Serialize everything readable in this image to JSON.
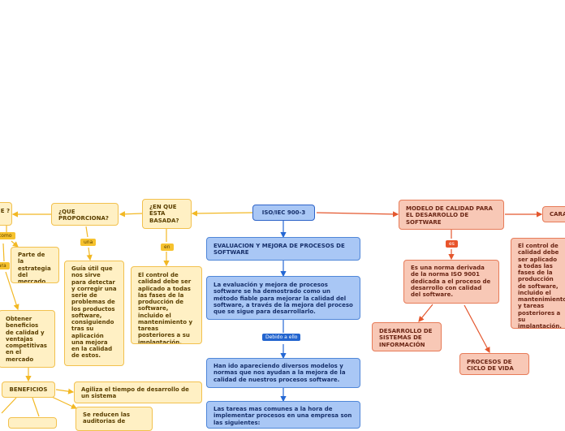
{
  "colors": {
    "yellow_fill": "#fff0c4",
    "yellow_border": "#f2c14e",
    "blue_fill": "#a9c7f5",
    "blue_border": "#4f86d8",
    "salmon_fill": "#f8c8b6",
    "salmon_border": "#e77b58",
    "link_yellow": "#f2b824",
    "link_blue": "#2468d4",
    "link_red": "#e4572e"
  },
  "nodes": {
    "root": "ISO/IEC 900-3",
    "en_que_esta": "¿EN QUE ESTA BASADA?",
    "que_proporciona": "¿QUE PROPORCIONA?",
    "left_edge": "E ?",
    "control_calidad": "El control de calidad debe ser aplicado a todas las fases de la producción de software, incluido el mantenimiento y tareas posteriores a su implantación.",
    "guia_util": "Guía útil que nos sirve para detectar y corregir una serie de problemas de los productos software, consiguiendo tras su aplicación una mejora en la calidad de estos.",
    "parte_estrategia": "Parte de la estrategia del mercado",
    "obtener_beneficios": "Obtener beneficios de calidad y ventajas competitivas en el mercado",
    "beneficios": "BENEFICIOS",
    "agiliza": "Agiliza el tiempo de desarrollo de un sistema",
    "se_reducen": "Se reducen las auditorias de",
    "evaluacion": "EVALUACION Y MEJORA DE PROCESOS DE SOFTWARE",
    "la_evaluacion": "La evaluación y mejora de procesos software se ha demostrado como un método fiable para mejorar la calidad del software, a través de la mejora del proceso que se sigue para desarrollarlo.",
    "han_ido": "Han ido apareciendo diversos modelos y normas que nos ayudan a la mejora de la calidad de nuestros procesos software.",
    "las_tareas": "Las tareas mas comunes a la hora de implementar procesos en una empresa son las siguientes:",
    "modelo_calidad": "MODELO DE CALIDAD PARA EL DESARROLLO DE SOFTWARE",
    "norma_derivada": "Es una norma derivada de la norma ISO 9001 dedicada a el proceso de desarrollo con calidad del software.",
    "desarrollo_sistemas": "DESARROLLO DE SISTEMAS DE INFORMACIÓN",
    "procesos_ciclo": "PROCESOS DE CICLO DE VIDA",
    "cara": "CARA",
    "control_calidad_right": "El control de calidad debe ser aplicado a todas las fases de la producción de software, incluido el mantenimiento y tareas posteriores a su implantación."
  },
  "labels": {
    "en": "en",
    "una": "una",
    "como": "como",
    "para": "para",
    "debido_a_ello": "Debido a ello",
    "es": "es"
  }
}
